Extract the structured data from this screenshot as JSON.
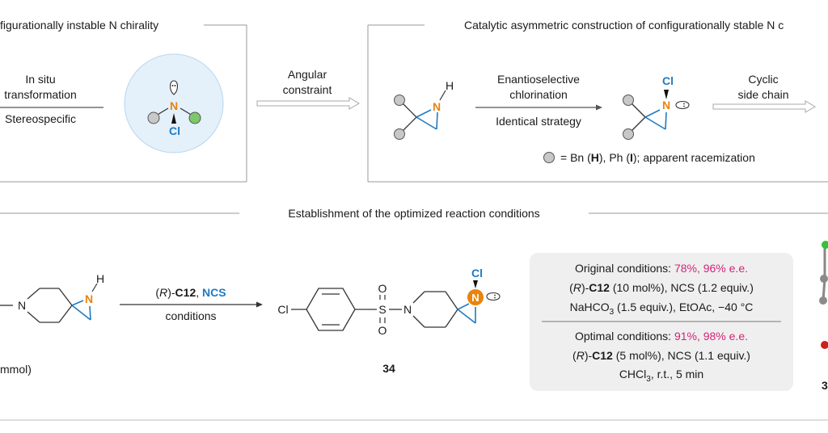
{
  "panel_left": {
    "title": "figurationally instable N chirality",
    "in_situ": "In situ",
    "transformation": "transformation",
    "stereospecific": "Stereospecific",
    "atom_n": "N",
    "atom_cl": "Cl"
  },
  "arrow_angular": {
    "line1": "Angular",
    "line2": "constraint"
  },
  "panel_right": {
    "title": "Catalytic asymmetric construction of configurationally stable N c",
    "atom_n": "N",
    "atom_h": "H",
    "atom_cl": "Cl",
    "step_line1": "Enantioselective",
    "step_line2": "chlorination",
    "step_below": "Identical strategy",
    "cyclic_line1": "Cyclic",
    "cyclic_line2": "side chain",
    "legend_pre": "= Bn (",
    "legend_h": "H",
    "legend_mid": "), Ph (",
    "legend_i": "I",
    "legend_post": "); apparent racemization"
  },
  "section_title": "Establishment of the optimized reaction conditions",
  "reaction": {
    "reagent_open": "(",
    "reagent_r": "R",
    "reagent_close": ")-",
    "reagent_c12": "C12",
    "reagent_comma": ", ",
    "reagent_ncs": "NCS",
    "conditions": "conditions",
    "sm_label": "mmol)",
    "sm_n": "N",
    "sm_h": "H",
    "product_cl_sub": "Cl",
    "product_s": "S",
    "product_o": "O",
    "product_n": "N",
    "product_cl": "Cl",
    "product_label": "34",
    "cut_label": "3"
  },
  "conditions_box": {
    "original_label": "Original conditions: ",
    "original_result": "78%, 96% e.e.",
    "original_line2_a": "(",
    "original_line2_r": "R",
    "original_line2_b": ")-",
    "original_line2_c12": "C12",
    "original_line2_rest": " (10 mol%), NCS (1.2 equiv.)",
    "original_line3_a": "NaHCO",
    "original_line3_sub": "3",
    "original_line3_rest": " (1.5 equiv.), EtOAc, −40 °C",
    "optimal_label": "Optimal conditions: ",
    "optimal_result": "91%, 98% e.e.",
    "optimal_line2_a": "(",
    "optimal_line2_r": "R",
    "optimal_line2_b": ")-",
    "optimal_line2_c12": "C12",
    "optimal_line2_rest": " (5 mol%), NCS (1.1 equiv.)",
    "optimal_line3_a": "CHCl",
    "optimal_line3_sub": "3",
    "optimal_line3_rest": ", r.t., 5 min"
  },
  "colors": {
    "nitrogen": "#e8830c",
    "chlorine": "#1f7ac2",
    "highlight": "#d4237a",
    "substituent": "#c8c8c8",
    "green_ball": "#7cc96b",
    "circle_bg": "#e4f0fa",
    "box_bg": "#efefef"
  }
}
